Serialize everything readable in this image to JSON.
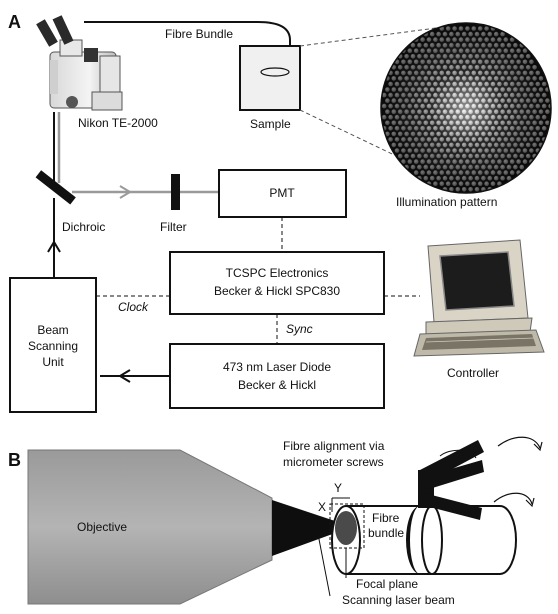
{
  "panels": {
    "a": "A",
    "b": "B"
  },
  "panel_a": {
    "microscope": "Nikon TE-2000",
    "fibre_bundle": "Fibre Bundle",
    "sample": "Sample",
    "illumination": "Illumination  pattern",
    "dichroic": "Dichroic",
    "filter": "Filter",
    "pmt": "PMT",
    "tcspc_line1": "TCSPC Electronics",
    "tcspc_line2": "Becker & Hickl SPC830",
    "clock": "Clock",
    "sync": "Sync",
    "laser_line1": "473 nm Laser Diode",
    "laser_line2": "Becker & Hickl",
    "beam_line1": "Beam",
    "beam_line2": "Scanning",
    "beam_line3": "Unit",
    "controller": "Controller"
  },
  "panel_b": {
    "objective": "Objective",
    "fibre_bundle_line1": "Fibre",
    "fibre_bundle_line2": "bundle",
    "alignment_line1": "Fibre alignment via",
    "alignment_line2": "micrometer screws",
    "focal_plane": "Focal plane",
    "scanning_beam": "Scanning laser beam",
    "axis_x": "X",
    "axis_y": "Y"
  },
  "colors": {
    "line": "#111111",
    "light_path": "#9a9a9a",
    "objective": "#a8a8a8",
    "computer": "#d9d4c6"
  }
}
